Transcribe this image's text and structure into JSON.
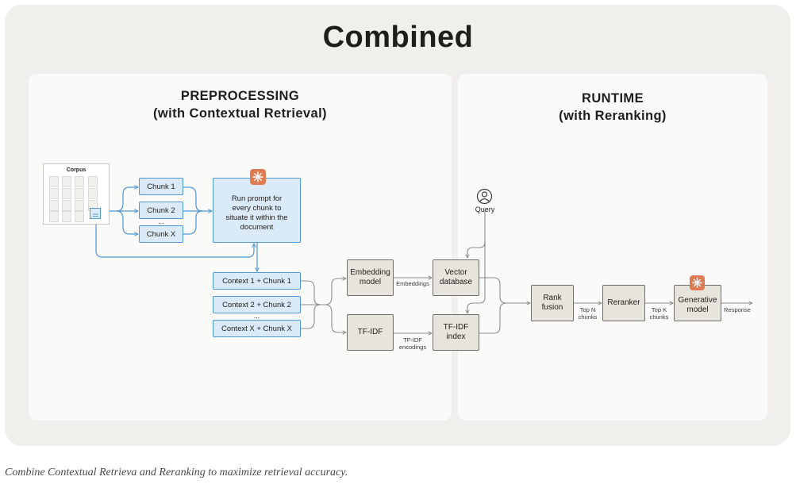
{
  "title": "Combined",
  "preprocessing": {
    "title_line1": "PREPROCESSING",
    "title_line2": "(with Contextual Retrieval)"
  },
  "runtime": {
    "title_line1": "RUNTIME",
    "title_line2": "(with Reranking)"
  },
  "corpus_label": "Corpus",
  "chunks": [
    "Chunk 1",
    "Chunk 2",
    "...",
    "Chunk X"
  ],
  "prompt_box": "Run prompt for every chunk to situate it within the document",
  "contexts": [
    "Context 1 + Chunk 1",
    "Context 2 + Chunk 2",
    "...",
    "Context X + Chunk X"
  ],
  "embedding_model": "Embedding model",
  "tfidf": "TF-IDF",
  "vector_database": "Vector database",
  "tfidf_index": "TF-IDF index",
  "edge_embeddings": "Embeddings",
  "edge_tfidf_line1": "TF-IDF",
  "edge_tfidf_line2": "encodings",
  "query_label": "Query",
  "rank_fusion": "Rank fusion",
  "reranker": "Reranker",
  "generative_model": "Generative model",
  "edge_topn_line1": "Top N",
  "edge_topn_line2": "chunks",
  "edge_topk_line1": "Top K",
  "edge_topk_line2": "chunks",
  "edge_response": "Response",
  "icons": {
    "llm": "starburst-icon",
    "user": "user-icon"
  },
  "colors": {
    "accent_blue": "#4f97d6",
    "blue_fill": "#dbeaf8",
    "gray_fill": "#e6e4dc",
    "llm_orange": "#e07a52"
  },
  "caption": "Combine Contextual Retrieva and Reranking to maximize retrieval accuracy."
}
